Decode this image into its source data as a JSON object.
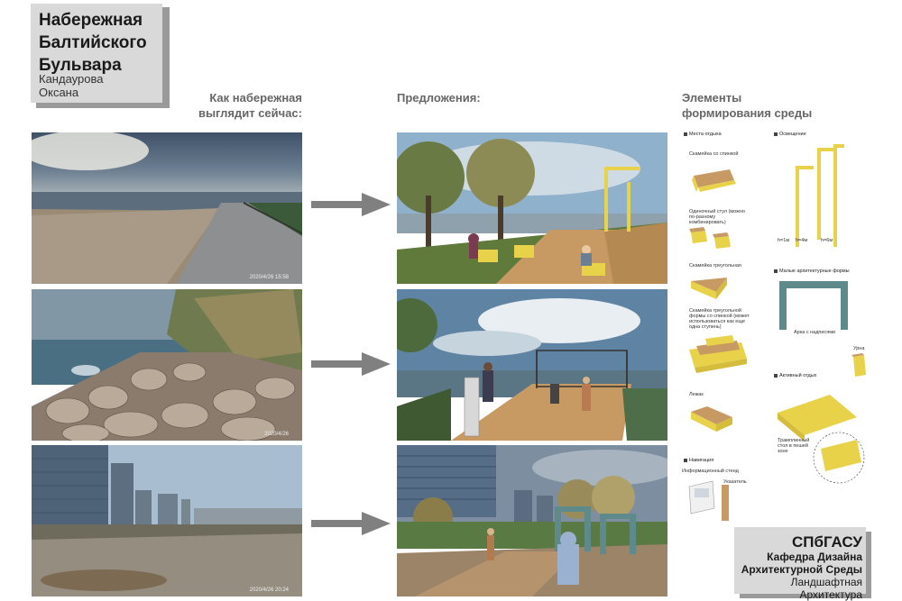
{
  "title": {
    "lines": [
      "Набережная",
      "Балтийского",
      "Бульвара"
    ],
    "author_lines": [
      "Кандаурова",
      "Оксана"
    ]
  },
  "columns": {
    "now": [
      "Как набережная",
      "выглядит сейчас:"
    ],
    "proposals": "Предложения:",
    "elements": [
      "Элементы",
      "формирования среды"
    ]
  },
  "photos": {
    "current": [
      {
        "timestamp": "2020/4/26  15:58"
      },
      {
        "timestamp": "2020/4/26"
      },
      {
        "timestamp": "2020/4/26  20:24"
      }
    ]
  },
  "elements_panel": {
    "categories": {
      "seating": "Места отдыха",
      "lighting": "Освещение",
      "small_forms": "Малые архитектурные формы",
      "active_rest": "Активный отдых",
      "navigation": "Навигация"
    },
    "items": {
      "bench_back": "Скамейка со спинкой",
      "pouf": "Одиночный стул (можно по-разному комбинировать)",
      "triangle_bench": "Скамейка треугольная",
      "triangle_bench_back": "Скамейка треугольной формы со спинкой (может использоваться как еще одна ступень)",
      "lounger": "Лежак",
      "arch": "Арка с надписями",
      "bin": "Урна",
      "trampoline": "Трамплинный стол в пешей зоне",
      "info_stand": "Информационный стенд",
      "sign": "Указатель",
      "h1": "h=1м",
      "h2": "h=4м",
      "h3": "h=6м"
    }
  },
  "footer": {
    "university": "СПбГАСУ",
    "department_lines": [
      "Кафедра Дизайна",
      "Архитектурной Среды"
    ],
    "subtitle": "Ландшафтная Архитектура"
  },
  "colors": {
    "accent_yellow": "#e8d24a",
    "wood": "#c89a63",
    "title_box": "#d9d9d9",
    "arrow": "#808080"
  }
}
